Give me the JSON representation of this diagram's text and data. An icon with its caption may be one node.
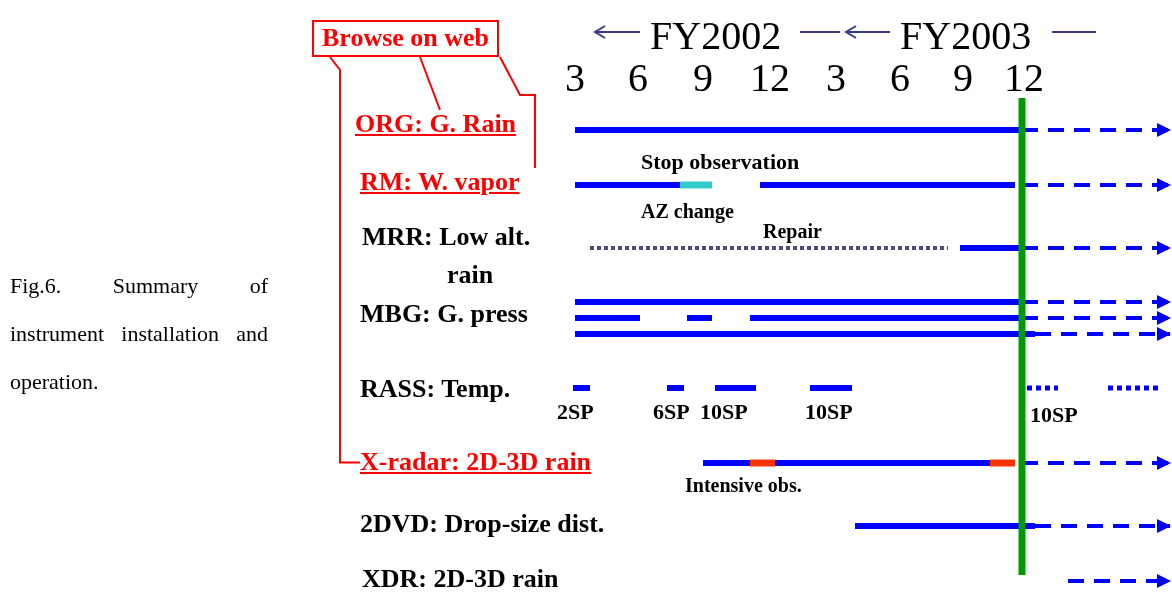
{
  "diagram": {
    "caption": "Fig.6. Summary of instrument installation and operation.",
    "nodes": [
      {
        "text": [
          "Browse on web"
        ]
      },
      {
        "text": [
          "ORG: G. Rain"
        ]
      },
      {
        "text": [
          "RM: W. vapor"
        ]
      },
      {
        "text": [
          "X-radar: 2D-3D rain"
        ]
      }
    ],
    "edges": [
      {
        "from": 0,
        "to": 1,
        "arrow": "none"
      },
      {
        "from": 0,
        "to": 2,
        "arrow": "none"
      },
      {
        "from": 0,
        "to": 3,
        "arrow": "none"
      }
    ],
    "labels": [
      "FY2002",
      "FY2003",
      "3",
      "6",
      "9",
      "12",
      "3",
      "6",
      "9",
      "12",
      "Stop observation",
      "AZ change",
      "MRR: Low alt. rain",
      "Repair",
      "MBG: G. press",
      "RASS: Temp.",
      "2SP",
      "6SP",
      "10SP",
      "10SP",
      "10SP",
      "Intensive obs.",
      "2DVD: Drop-size dist.",
      "XDR: 2D-3D rain"
    ]
  }
}
